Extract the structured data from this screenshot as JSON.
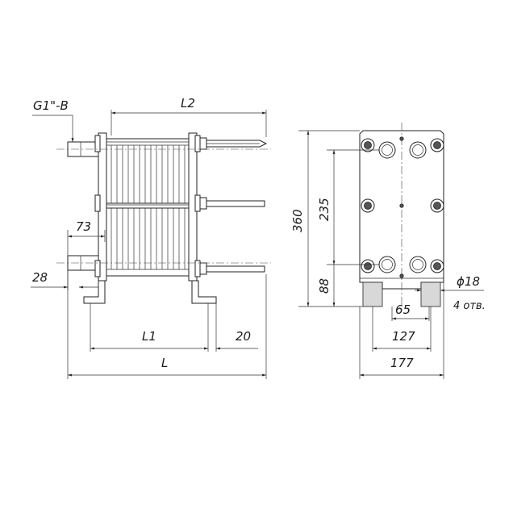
{
  "labels": {
    "thread": "G1\"-B",
    "l2": "L2",
    "d73": "73",
    "d28": "28",
    "l1": "L1",
    "d20": "20",
    "l": "L",
    "d360": "360",
    "d235": "235",
    "d88": "88",
    "d65": "65",
    "d127": "127",
    "d177": "177",
    "hole_diameter": "ϕ18",
    "hole_count": "4 отв."
  }
}
